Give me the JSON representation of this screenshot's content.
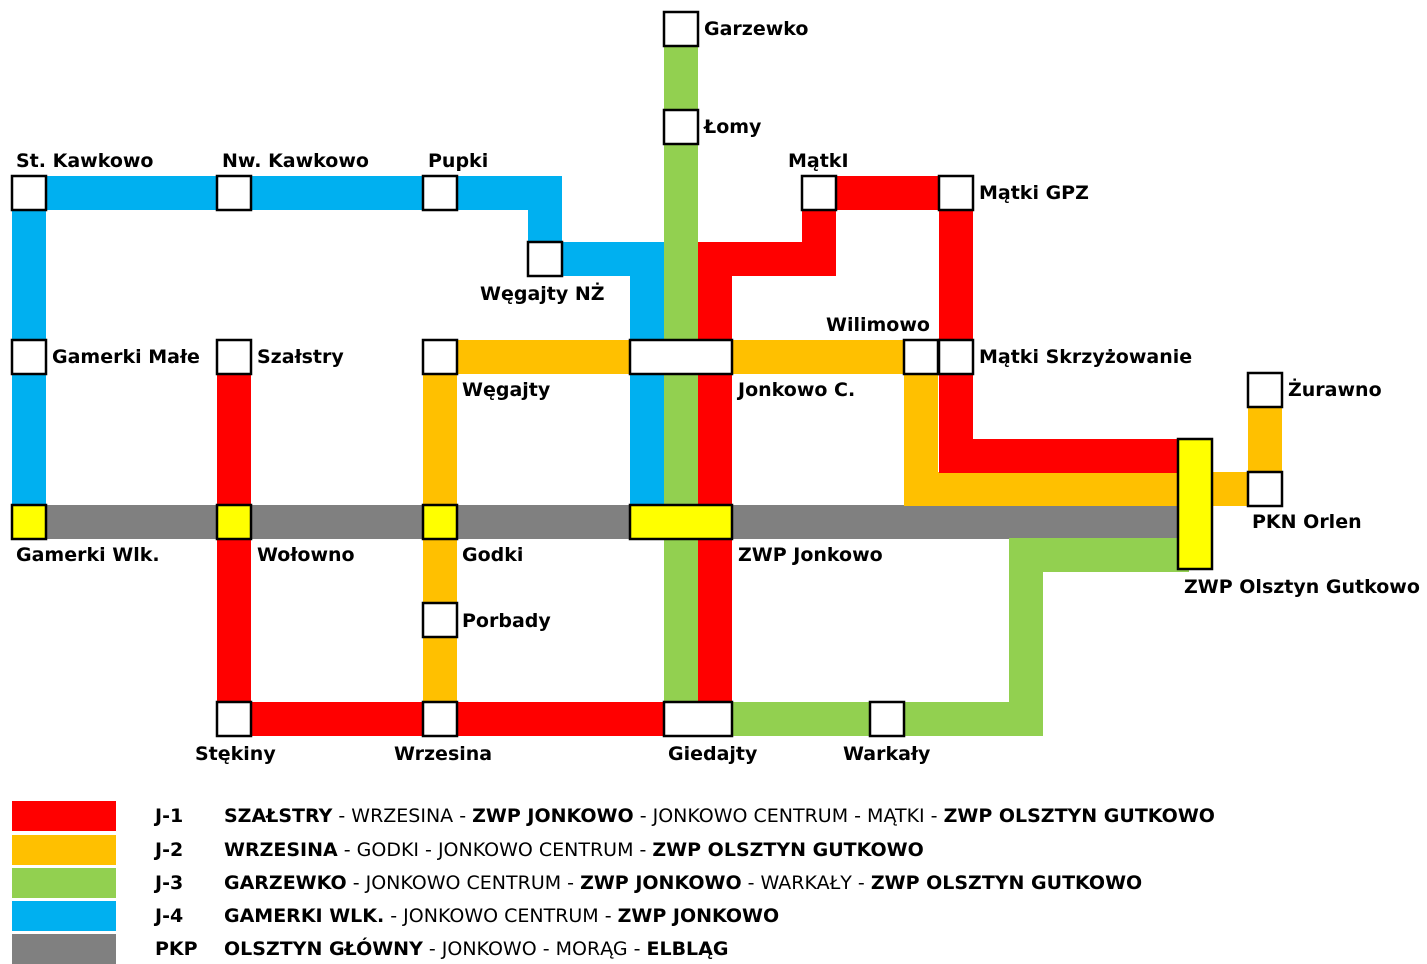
{
  "colors": {
    "J-1": "#ff0000",
    "J-2": "#ffc000",
    "J-3": "#92d050",
    "J-4": "#00b0f0",
    "PKP": "#808080",
    "interchange": "#ffff00",
    "station": "#ffffff"
  },
  "stations": {
    "garzewko": "Garzewko",
    "lomy": "Łomy",
    "st_kawkowo": "St. Kawkowo",
    "nw_kawkowo": "Nw. Kawkowo",
    "pupki": "Pupki",
    "matki": "MątkI",
    "matki_gpz": "Mątki GPZ",
    "wegajty_nz": "Węgajty NŻ",
    "wilimowo": "Wilimowo",
    "gamerki_male": "Gamerki Małe",
    "szalstry": "Szałstry",
    "wegajty": "Węgajty",
    "jonkowo_c": "Jonkowo C.",
    "matki_skrzyzowanie": "Mątki Skrzyżowanie",
    "zurawno": "Żurawno",
    "pkn_orlen": "PKN Orlen",
    "gamerki_wlk": "Gamerki Wlk.",
    "wolowno": "Wołowno",
    "godki": "Godki",
    "zwp_jonkowo": "ZWP Jonkowo",
    "zwp_olsztyn_gutkowo": "ZWP Olsztyn Gutkowo",
    "porbady": "Porbady",
    "stekiny": "Stękiny",
    "wrzesina": "Wrzesina",
    "giedajty": "Giedajty",
    "warkaly": "Warkały"
  },
  "legend": [
    {
      "line": "J-1",
      "code": "J-1",
      "route": [
        {
          "text": "SZAŁSTRY",
          "bold": true
        },
        {
          "text": " - WRZESINA - ",
          "bold": false
        },
        {
          "text": "ZWP JONKOWO",
          "bold": true
        },
        {
          "text": " - JONKOWO CENTRUM - MĄTKI - ",
          "bold": false
        },
        {
          "text": "ZWP OLSZTYN GUTKOWO",
          "bold": true
        }
      ]
    },
    {
      "line": "J-2",
      "code": "J-2",
      "route": [
        {
          "text": "WRZESINA",
          "bold": true
        },
        {
          "text": " - GODKI - JONKOWO CENTRUM - ",
          "bold": false
        },
        {
          "text": "ZWP OLSZTYN GUTKOWO",
          "bold": true
        }
      ]
    },
    {
      "line": "J-3",
      "code": "J-3",
      "route": [
        {
          "text": "GARZEWKO",
          "bold": true
        },
        {
          "text": " - JONKOWO CENTRUM - ",
          "bold": false
        },
        {
          "text": "ZWP JONKOWO",
          "bold": true
        },
        {
          "text": " - WARKAŁY - ",
          "bold": false
        },
        {
          "text": "ZWP OLSZTYN GUTKOWO",
          "bold": true
        }
      ]
    },
    {
      "line": "J-4",
      "code": "J-4",
      "route": [
        {
          "text": "GAMERKI WLK.",
          "bold": true
        },
        {
          "text": " - JONKOWO CENTRUM - ",
          "bold": false
        },
        {
          "text": "ZWP JONKOWO",
          "bold": true
        }
      ]
    },
    {
      "line": "PKP",
      "code": "PKP",
      "route": [
        {
          "text": "OLSZTYN GŁÓWNY",
          "bold": true
        },
        {
          "text": " - JONKOWO - MORĄG - ",
          "bold": false
        },
        {
          "text": "ELBLĄG",
          "bold": true
        }
      ]
    }
  ]
}
